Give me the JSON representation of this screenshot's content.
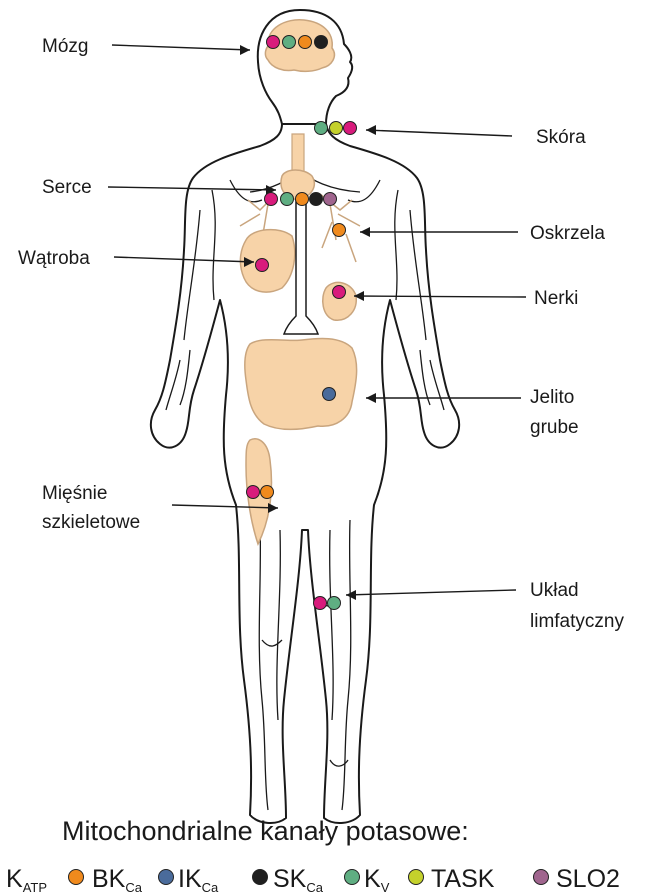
{
  "colors": {
    "katp": "#d81b7c",
    "bkca": "#f08a1d",
    "ikca": "#4a6b9b",
    "skca": "#1f1f1f",
    "kv": "#5fae82",
    "task": "#c4d12c",
    "slo2": "#a0658e",
    "organ_fill": "#f7d3a8",
    "organ_stroke": "#c9a57e"
  },
  "organs": [
    {
      "id": "brain",
      "label": "Mózg",
      "channels": [
        "katp",
        "kv",
        "bkca",
        "skca"
      ]
    },
    {
      "id": "skin",
      "label": "Skóra",
      "channels": [
        "kv",
        "task",
        "katp"
      ]
    },
    {
      "id": "heart",
      "label": "Serce",
      "channels": [
        "katp",
        "kv",
        "bkca",
        "skca",
        "slo2"
      ]
    },
    {
      "id": "bronchi",
      "label": "Oskrzela",
      "channels": [
        "bkca"
      ]
    },
    {
      "id": "liver",
      "label": "Wątroba",
      "channels": [
        "katp"
      ]
    },
    {
      "id": "kidneys",
      "label": "Nerki",
      "channels": [
        "katp"
      ]
    },
    {
      "id": "colon",
      "label": [
        "Jelito",
        "grube"
      ],
      "channels": [
        "ikca"
      ]
    },
    {
      "id": "muscle",
      "label": [
        "Mięśnie",
        "szkieletowe"
      ],
      "channels": [
        "katp",
        "bkca"
      ]
    },
    {
      "id": "lymph",
      "label": [
        "Układ",
        "limfatyczny"
      ],
      "channels": [
        "katp",
        "kv"
      ]
    }
  ],
  "legend": {
    "title": "Mitochondrialne kanały potasowe:",
    "items": [
      {
        "id": "katp",
        "main": "K",
        "sub": "ATP"
      },
      {
        "id": "bkca",
        "main": "BK",
        "sub": "Ca"
      },
      {
        "id": "ikca",
        "main": "IK",
        "sub": "Ca"
      },
      {
        "id": "skca",
        "main": "SK",
        "sub": "Ca"
      },
      {
        "id": "kv",
        "main": "K",
        "sub": "V"
      },
      {
        "id": "task",
        "main": "TASK",
        "sub": ""
      },
      {
        "id": "slo2",
        "main": "SLO2",
        "sub": ""
      }
    ]
  }
}
